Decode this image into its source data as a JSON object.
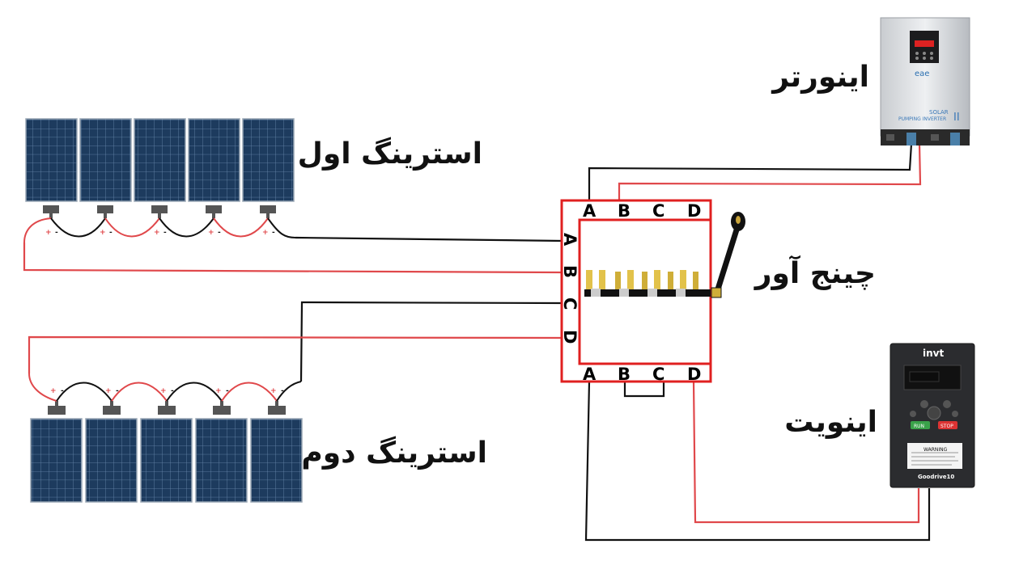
{
  "labels": {
    "string_1": "استرینگ اول",
    "string_2": "استرینگ دوم",
    "changeover": "چینج آور",
    "inverter": "اینورتر",
    "invt": "اینویت"
  },
  "terminals": {
    "top": [
      "A",
      "B",
      "C",
      "D"
    ],
    "left": [
      "A",
      "B",
      "C",
      "D"
    ],
    "bottom": [
      "A",
      "B",
      "C",
      "D"
    ]
  },
  "polarity": {
    "plus": "+",
    "minus": "-"
  },
  "inverter_device": {
    "panel_text_1": "SOLAR",
    "panel_text_2": "PUMPING INVERTER",
    "roman": "II"
  },
  "invt_device": {
    "brand": "invt",
    "model": "Goodrive10",
    "warning": "WARNING",
    "run": "RUN",
    "stop": "STOP"
  },
  "colors": {
    "wire_positive": "#e0484b",
    "wire_negative": "#111111",
    "switch_frame": "#e02020",
    "panel_cell": "#1c3a5c",
    "panel_grid": "#5f7fa3"
  }
}
